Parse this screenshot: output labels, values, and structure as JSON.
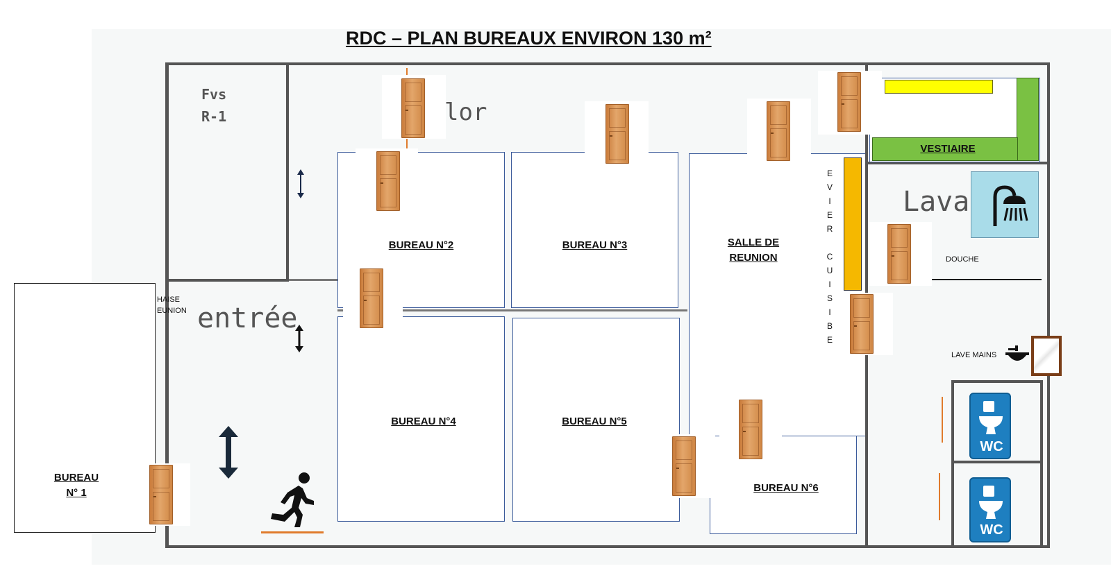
{
  "title": "RDC – PLAN BUREAUX ENVIRON 130 m²",
  "rooms": {
    "bureau1_line1": "BUREAU",
    "bureau1_line2": "N° 1",
    "bureau2": "BUREAU N°2",
    "bureau3": "BUREAU N°3",
    "bureau4": "BUREAU N°4",
    "bureau5": "BUREAU N°5",
    "bureau6": "BUREAU N°6",
    "salle_line1": "SALLE DE",
    "salle_line2": "REUNION",
    "vestiaire": "VESTIAIRE",
    "douche": "DOUCHE",
    "lave_mains": "LAVE MAINS",
    "chaise_line1": "HAISE",
    "chaise_line2": "EUNION"
  },
  "evier_cuisine_letters": [
    "E",
    "V",
    "I",
    "E",
    "R",
    "",
    "C",
    "U",
    "I",
    "S",
    "I",
    "B",
    "E"
  ],
  "sketch_text": {
    "entree": "entrée",
    "lava": "Lava",
    "couloir_fragment": "lor",
    "stair_line1": "Fvs",
    "stair_line2": "R-1"
  },
  "wc_label": "WC",
  "icons": [
    "door-icon",
    "shower-icon",
    "sink-icon",
    "wc-icon",
    "running-man-icon",
    "double-arrow-icon",
    "mirror-icon"
  ],
  "colors": {
    "door": "#d9924f",
    "wall": "#555555",
    "room_border": "#3a5a9a",
    "vestiaire": "#7ac143",
    "yellow_bar": "#ffff00",
    "orange_bar": "#f5b800",
    "wc_blue": "#1e7fc0",
    "shower_blue": "#a9dce9"
  }
}
